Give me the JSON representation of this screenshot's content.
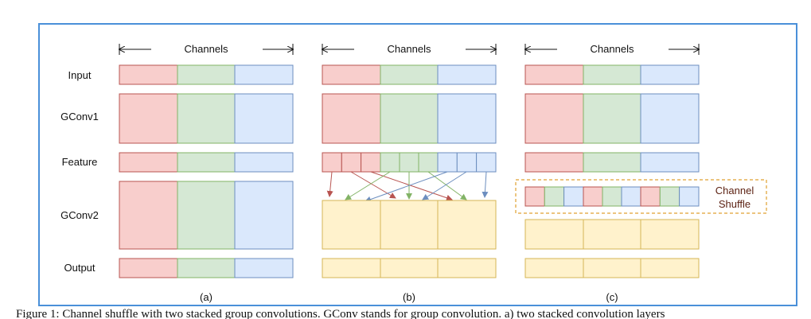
{
  "row_labels": {
    "input": "Input",
    "gconv1": "GConv1",
    "feature": "Feature",
    "gconv2": "GConv2",
    "output": "Output"
  },
  "panels": [
    {
      "header": "Channels",
      "caption": "(a)"
    },
    {
      "header": "Channels",
      "caption": "(b)"
    },
    {
      "header": "Channels",
      "caption": "(c)"
    }
  ],
  "shuffle_label_line1": "Channel",
  "shuffle_label_line2": "Shuffle",
  "figure_caption": "Figure 1: Channel shuffle with two stacked group convolutions. GConv stands for group convolution. a) two stacked convolution layers",
  "colors": {
    "red_fill": "#f8cecc",
    "red_stroke": "#b85450",
    "green_fill": "#d5e8d4",
    "green_stroke": "#82b366",
    "blue_fill": "#dae8fc",
    "blue_stroke": "#6c8ebf",
    "yellow_fill": "#fff2cc",
    "yellow_stroke": "#d6b656",
    "frame": "#4a90d9",
    "shuffle_border": "#e0a030",
    "arrow_red": "#b85450",
    "arrow_green": "#82b366",
    "arrow_blue": "#6c8ebf"
  }
}
